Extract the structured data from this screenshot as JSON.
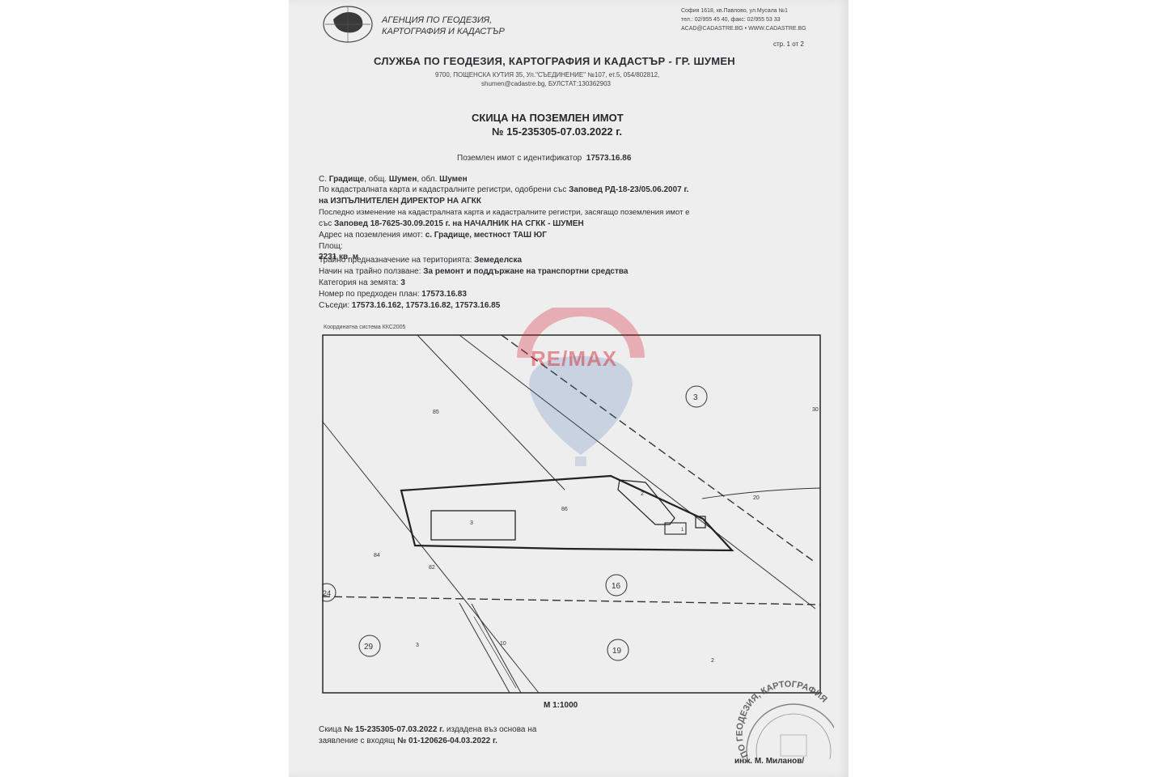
{
  "header": {
    "agency_line1": "АГЕНЦИЯ ПО ГЕОДЕЗИЯ,",
    "agency_line2": "КАРТОГРАФИЯ И КАДАСТЪР",
    "contact_line1": "София 1618, кв.Павлово, ул.Мусала №1",
    "contact_line2": "тел.: 02/955 45 40, факс: 02/955 53 33",
    "contact_line3": "ACAD@CADASTRE.BG • WWW.CADASTRE.BG",
    "page_label": "стр. 1 от 2"
  },
  "office": {
    "name": "СЛУЖБА ПО ГЕОДЕЗИЯ, КАРТОГРАФИЯ И КАДАСТЪР - ГР. ШУМЕН",
    "address": "9700, ПОЩЕНСКА КУТИЯ 35, Ул.\"СЪЕДИНЕНИЕ\" №107, ет.5, 054/802812,",
    "email_line": "shumen@cadastre.bg, БУЛСТАТ:130362903"
  },
  "document": {
    "title": "СКИЦА НА ПОЗЕМЛЕН ИМОТ",
    "number": "№ 15-235305-07.03.2022 г.",
    "identifier_label": "Поземлен имот с  идентификатор",
    "identifier_value": "17573.16.86"
  },
  "details": {
    "location_prefix": "С. ",
    "village": "Градище",
    "municipality_label": ", общ. ",
    "municipality": "Шумен",
    "region_label": ", обл. ",
    "region": "Шумен",
    "cadastral_text": "По кадастралната карта и кадастралните регистри, одобрени със ",
    "cadastral_order": "Заповед РД-18-23/05.06.2007 г.",
    "cadastral_by": "на ИЗПЪЛНИТЕЛЕН ДИРЕКТОР НА АГКК",
    "last_change_text": "Последно изменение на кадастралната карта и кадастралните регистри, засягащо поземления имот е",
    "last_change_prefix": "със ",
    "last_change_order": "Заповед 18-7625-30.09.2015 г. на НАЧАЛНИК НА СГКК - ШУМЕН",
    "address_label": "Адрес на поземления имот: ",
    "address_value": "с. Градище, местност ТАШ ЮГ",
    "area_label": "Площ: ",
    "area_value": "2231 кв. м",
    "purpose_label": "Трайно предназначение на територията: ",
    "purpose_value": "Земеделска",
    "usage_label": "Начин на трайно ползване: ",
    "usage_value": "За ремонт и поддържане на транспортни средства",
    "category_label": "Категория на земята: ",
    "category_value": "3",
    "prev_plan_label": "Номер по предходен план: ",
    "prev_plan_value": "17573.16.83",
    "neighbors_label": "Съседи: ",
    "neighbors_value": "17573.16.162, 17573.16.82, 17573.16.85"
  },
  "map": {
    "coordinate_system": "Координатна система ККС2005",
    "labels": {
      "p85": "85",
      "p3_circle": "3",
      "p30": "30",
      "p20": "20",
      "p86": "86",
      "bldg3": "3",
      "bldg2": "2",
      "bldg1": "1",
      "p84": "84",
      "p82": "82",
      "p16_circle": "16",
      "p24_circle": "24",
      "p29_circle": "29",
      "p3_lower": "3",
      "p10": "10",
      "p19_circle": "19",
      "p2": "2"
    },
    "scale": "М 1:1000"
  },
  "watermark": {
    "brand": "RE/MAX",
    "brand_color": "#d31b2c",
    "balloon_color": "#2e5fa8"
  },
  "footer": {
    "line1_prefix": "Скица ",
    "line1_number": "№ 15-235305-07.03.2022 г.",
    "line1_suffix": " издадена въз основа на",
    "line2_prefix": "заявление с входящ ",
    "line2_number": "№ 01-120626-04.03.2022 г.",
    "signer": "инж. М. Миланов/",
    "stamp_text": "ПО ГЕОДЕЗИЯ, КАРТОГРАФИЯ"
  }
}
